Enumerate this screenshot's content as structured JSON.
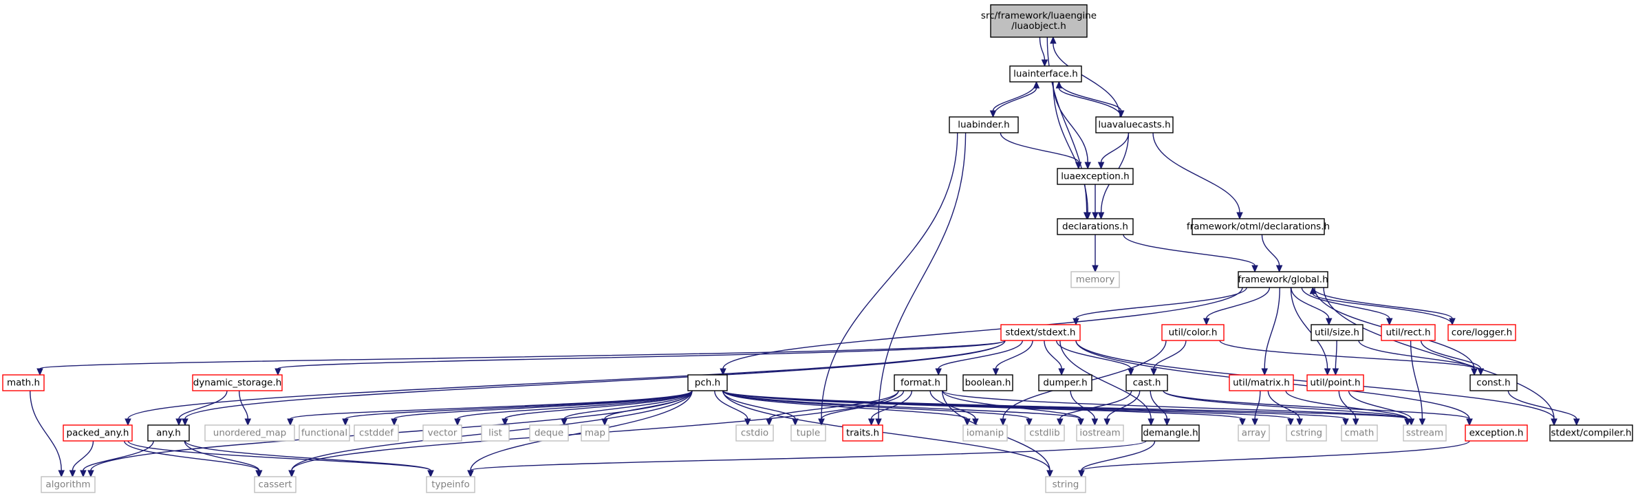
{
  "nodes": [
    {
      "id": "root",
      "lines": [
        "src/framework/luaengine",
        "/luaobject.h"
      ],
      "style": "root"
    },
    {
      "id": "luainterface",
      "lines": [
        "luainterface.h"
      ],
      "style": "normal"
    },
    {
      "id": "luabinder",
      "lines": [
        "luabinder.h"
      ],
      "style": "normal"
    },
    {
      "id": "luavaluecasts",
      "lines": [
        "luavaluecasts.h"
      ],
      "style": "normal"
    },
    {
      "id": "luaexception",
      "lines": [
        "luaexception.h"
      ],
      "style": "normal"
    },
    {
      "id": "declarations",
      "lines": [
        "declarations.h"
      ],
      "style": "normal"
    },
    {
      "id": "otmldecl",
      "lines": [
        "framework/otml/declarations.h"
      ],
      "style": "normal"
    },
    {
      "id": "memory",
      "lines": [
        "memory"
      ],
      "style": "external"
    },
    {
      "id": "global",
      "lines": [
        "framework/global.h"
      ],
      "style": "normal"
    },
    {
      "id": "stdext",
      "lines": [
        "stdext/stdext.h"
      ],
      "style": "truncated"
    },
    {
      "id": "color",
      "lines": [
        "util/color.h"
      ],
      "style": "truncated"
    },
    {
      "id": "size",
      "lines": [
        "util/size.h"
      ],
      "style": "normal"
    },
    {
      "id": "rect",
      "lines": [
        "util/rect.h"
      ],
      "style": "truncated"
    },
    {
      "id": "logger",
      "lines": [
        "core/logger.h"
      ],
      "style": "truncated"
    },
    {
      "id": "mathh",
      "lines": [
        "math.h"
      ],
      "style": "truncated"
    },
    {
      "id": "dynstorage",
      "lines": [
        "dynamic_storage.h"
      ],
      "style": "truncated"
    },
    {
      "id": "pch",
      "lines": [
        "pch.h"
      ],
      "style": "normal"
    },
    {
      "id": "format",
      "lines": [
        "format.h"
      ],
      "style": "normal"
    },
    {
      "id": "boolean",
      "lines": [
        "boolean.h"
      ],
      "style": "normal"
    },
    {
      "id": "dumper",
      "lines": [
        "dumper.h"
      ],
      "style": "normal"
    },
    {
      "id": "cast",
      "lines": [
        "cast.h"
      ],
      "style": "normal"
    },
    {
      "id": "matrix",
      "lines": [
        "util/matrix.h"
      ],
      "style": "truncated"
    },
    {
      "id": "point",
      "lines": [
        "util/point.h"
      ],
      "style": "truncated"
    },
    {
      "id": "const",
      "lines": [
        "const.h"
      ],
      "style": "normal"
    },
    {
      "id": "packedany",
      "lines": [
        "packed_any.h"
      ],
      "style": "truncated"
    },
    {
      "id": "any",
      "lines": [
        "any.h"
      ],
      "style": "normal"
    },
    {
      "id": "unordered_map",
      "lines": [
        "unordered_map"
      ],
      "style": "external"
    },
    {
      "id": "functional",
      "lines": [
        "functional"
      ],
      "style": "external"
    },
    {
      "id": "cstddef",
      "lines": [
        "cstddef"
      ],
      "style": "external"
    },
    {
      "id": "vector",
      "lines": [
        "vector"
      ],
      "style": "external"
    },
    {
      "id": "list",
      "lines": [
        "list"
      ],
      "style": "external"
    },
    {
      "id": "deque",
      "lines": [
        "deque"
      ],
      "style": "external"
    },
    {
      "id": "map",
      "lines": [
        "map"
      ],
      "style": "external"
    },
    {
      "id": "cstdio",
      "lines": [
        "cstdio"
      ],
      "style": "external"
    },
    {
      "id": "tuple",
      "lines": [
        "tuple"
      ],
      "style": "external"
    },
    {
      "id": "traits",
      "lines": [
        "traits.h"
      ],
      "style": "truncated"
    },
    {
      "id": "iomanip",
      "lines": [
        "iomanip"
      ],
      "style": "external"
    },
    {
      "id": "cstdlib",
      "lines": [
        "cstdlib"
      ],
      "style": "external"
    },
    {
      "id": "iostream",
      "lines": [
        "iostream"
      ],
      "style": "external"
    },
    {
      "id": "demangle",
      "lines": [
        "demangle.h"
      ],
      "style": "normal"
    },
    {
      "id": "array",
      "lines": [
        "array"
      ],
      "style": "external"
    },
    {
      "id": "cstring",
      "lines": [
        "cstring"
      ],
      "style": "external"
    },
    {
      "id": "cmath",
      "lines": [
        "cmath"
      ],
      "style": "external"
    },
    {
      "id": "sstream",
      "lines": [
        "sstream"
      ],
      "style": "external"
    },
    {
      "id": "exception",
      "lines": [
        "exception.h"
      ],
      "style": "truncated"
    },
    {
      "id": "compiler",
      "lines": [
        "stdext/compiler.h"
      ],
      "style": "normal"
    },
    {
      "id": "algorithm",
      "lines": [
        "algorithm"
      ],
      "style": "external"
    },
    {
      "id": "cassert",
      "lines": [
        "cassert"
      ],
      "style": "external"
    },
    {
      "id": "typeinfo",
      "lines": [
        "typeinfo"
      ],
      "style": "external"
    },
    {
      "id": "string",
      "lines": [
        "string"
      ],
      "style": "external"
    }
  ],
  "edges": [
    [
      "root",
      "luainterface"
    ],
    [
      "root",
      "declarations"
    ],
    [
      "luainterface",
      "luabinder"
    ],
    [
      "luainterface",
      "luavaluecasts"
    ],
    [
      "luainterface",
      "luaexception"
    ],
    [
      "luainterface",
      "declarations"
    ],
    [
      "luabinder",
      "luainterface"
    ],
    [
      "luabinder",
      "luaexception"
    ],
    [
      "luabinder",
      "tuple"
    ],
    [
      "luabinder",
      "traits"
    ],
    [
      "luavaluecasts",
      "root"
    ],
    [
      "luavaluecasts",
      "luainterface"
    ],
    [
      "luavaluecasts",
      "luaexception"
    ],
    [
      "luavaluecasts",
      "declarations"
    ],
    [
      "luavaluecasts",
      "otmldecl"
    ],
    [
      "luaexception",
      "declarations"
    ],
    [
      "declarations",
      "memory"
    ],
    [
      "declarations",
      "global"
    ],
    [
      "otmldecl",
      "global"
    ],
    [
      "global",
      "stdext"
    ],
    [
      "global",
      "color"
    ],
    [
      "global",
      "size"
    ],
    [
      "global",
      "rect"
    ],
    [
      "global",
      "logger"
    ],
    [
      "global",
      "matrix"
    ],
    [
      "global",
      "point"
    ],
    [
      "global",
      "const"
    ],
    [
      "global",
      "compiler"
    ],
    [
      "global",
      "pch"
    ],
    [
      "logger",
      "global"
    ],
    [
      "color",
      "cast"
    ],
    [
      "color",
      "const"
    ],
    [
      "color",
      "iomanip"
    ],
    [
      "size",
      "point"
    ],
    [
      "size",
      "const"
    ],
    [
      "rect",
      "const"
    ],
    [
      "rect",
      "sstream"
    ],
    [
      "stdext",
      "mathh"
    ],
    [
      "stdext",
      "dynstorage"
    ],
    [
      "stdext",
      "any"
    ],
    [
      "stdext",
      "packedany"
    ],
    [
      "stdext",
      "format"
    ],
    [
      "stdext",
      "boolean"
    ],
    [
      "stdext",
      "dumper"
    ],
    [
      "stdext",
      "cast"
    ],
    [
      "stdext",
      "demangle"
    ],
    [
      "stdext",
      "exception"
    ],
    [
      "stdext",
      "compiler"
    ],
    [
      "mathh",
      "algorithm"
    ],
    [
      "dynstorage",
      "any"
    ],
    [
      "dynstorage",
      "unordered_map"
    ],
    [
      "any",
      "algorithm"
    ],
    [
      "any",
      "cassert"
    ],
    [
      "any",
      "typeinfo"
    ],
    [
      "packedany",
      "algorithm"
    ],
    [
      "packedany",
      "cassert"
    ],
    [
      "packedany",
      "typeinfo"
    ],
    [
      "pch",
      "algorithm"
    ],
    [
      "pch",
      "cassert"
    ],
    [
      "pch",
      "typeinfo"
    ],
    [
      "pch",
      "string"
    ],
    [
      "pch",
      "unordered_map"
    ],
    [
      "pch",
      "functional"
    ],
    [
      "pch",
      "cstddef"
    ],
    [
      "pch",
      "vector"
    ],
    [
      "pch",
      "list"
    ],
    [
      "pch",
      "deque"
    ],
    [
      "pch",
      "map"
    ],
    [
      "pch",
      "cstdio"
    ],
    [
      "pch",
      "tuple"
    ],
    [
      "pch",
      "iomanip"
    ],
    [
      "pch",
      "cstdlib"
    ],
    [
      "pch",
      "iostream"
    ],
    [
      "pch",
      "array"
    ],
    [
      "pch",
      "cstring"
    ],
    [
      "pch",
      "cmath"
    ],
    [
      "pch",
      "sstream"
    ],
    [
      "format",
      "cstdio"
    ],
    [
      "format",
      "tuple"
    ],
    [
      "format",
      "traits"
    ],
    [
      "format",
      "iomanip"
    ],
    [
      "format",
      "iostream"
    ],
    [
      "format",
      "string"
    ],
    [
      "format",
      "sstream"
    ],
    [
      "format",
      "cassert"
    ],
    [
      "dumper",
      "iostream"
    ],
    [
      "cast",
      "demangle"
    ],
    [
      "cast",
      "cstdlib"
    ],
    [
      "cast",
      "iostream"
    ],
    [
      "cast",
      "sstream"
    ],
    [
      "cast",
      "exception"
    ],
    [
      "demangle",
      "string"
    ],
    [
      "demangle",
      "typeinfo"
    ],
    [
      "matrix",
      "array"
    ],
    [
      "matrix",
      "cstring"
    ],
    [
      "matrix",
      "sstream"
    ],
    [
      "point",
      "cmath"
    ],
    [
      "point",
      "sstream"
    ],
    [
      "exception",
      "string"
    ],
    [
      "const",
      "compiler"
    ]
  ],
  "colors": {
    "edge": "#191970",
    "root_fill": "#bfbfbf",
    "normal_border": "#000000",
    "truncated_border": "#ff0000",
    "external_border": "#bfbfbf",
    "external_text": "#808080"
  }
}
